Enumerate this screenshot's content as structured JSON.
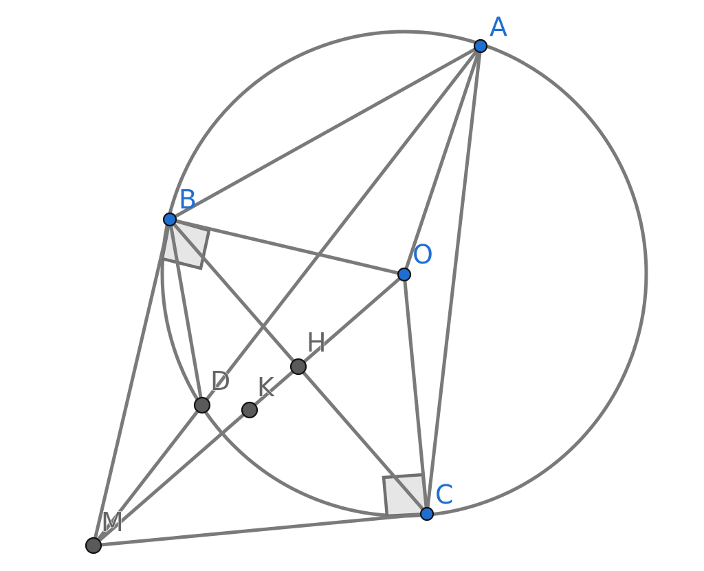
{
  "points": {
    "A": {
      "label": "A"
    },
    "B": {
      "label": "B"
    },
    "C": {
      "label": "C"
    },
    "O": {
      "label": "O"
    },
    "D": {
      "label": "D"
    },
    "H": {
      "label": "H"
    },
    "K": {
      "label": "K"
    },
    "M": {
      "label": "M"
    }
  },
  "colors": {
    "line": "#7a7a7a",
    "free_point": "#1e6fd1",
    "dependent_point": "#5a5a5a",
    "right_angle_fill": "#e6e6e6"
  }
}
